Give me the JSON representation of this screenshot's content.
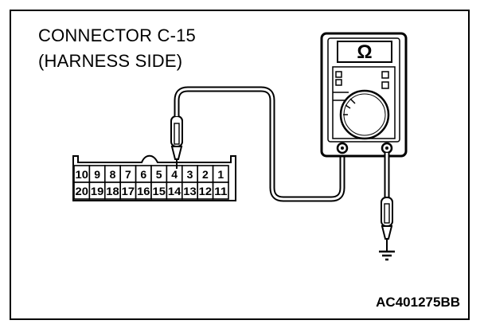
{
  "diagram": {
    "title_line1": "CONNECTOR C-15",
    "title_line2": "(HARNESS SIDE)",
    "figure_id": "AC401275BB"
  },
  "connector": {
    "top_row": [
      "10",
      "9",
      "8",
      "7",
      "6",
      "5",
      "4",
      "3",
      "2",
      "1"
    ],
    "bottom_row": [
      "20",
      "19",
      "18",
      "17",
      "16",
      "15",
      "14",
      "13",
      "12",
      "11"
    ]
  },
  "meter": {
    "display_symbol": "Ω"
  }
}
